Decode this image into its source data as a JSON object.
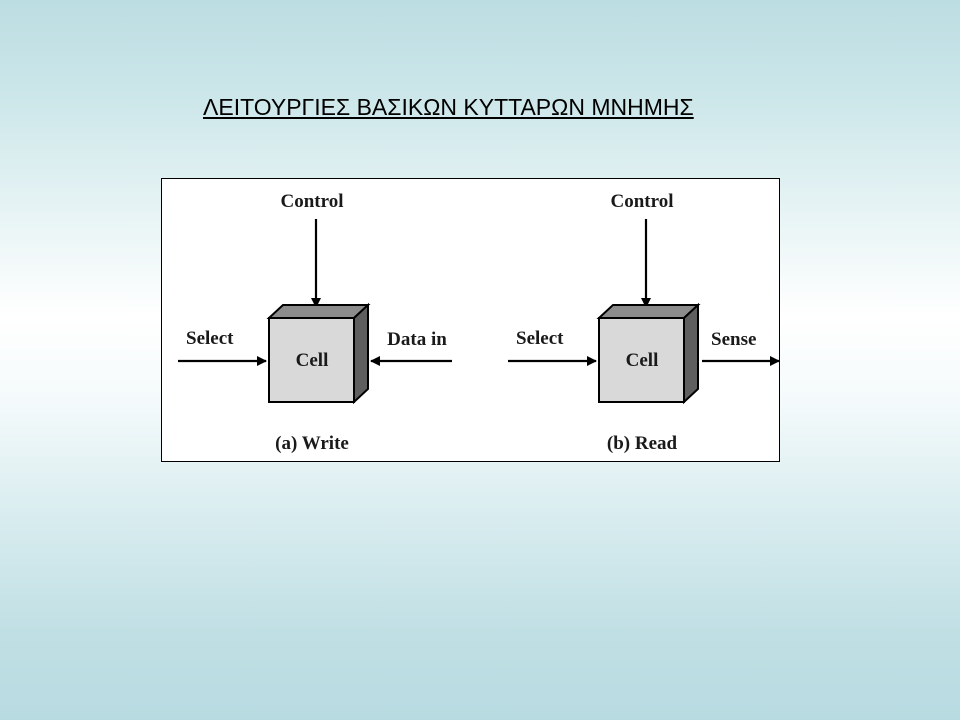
{
  "slide": {
    "title": "ΛΕΙΤΟΥΡΓΙΕΣ ΒΑΣΙΚΩΝ ΚΥΤΤΑΡΩΝ ΜΝΗΜΗΣ"
  },
  "diagram": {
    "write": {
      "control_label": "Control",
      "select_label": "Select",
      "cell_label": "Cell",
      "data_label": "Data in",
      "caption": "(a) Write"
    },
    "read": {
      "control_label": "Control",
      "select_label": "Select",
      "cell_label": "Cell",
      "sense_label": "Sense",
      "caption": "(b) Read"
    },
    "colors": {
      "cell_face": "#d9d9d9",
      "cell_top": "#8c8c8c",
      "cell_side": "#5f5f5f",
      "stroke": "#000000"
    }
  }
}
